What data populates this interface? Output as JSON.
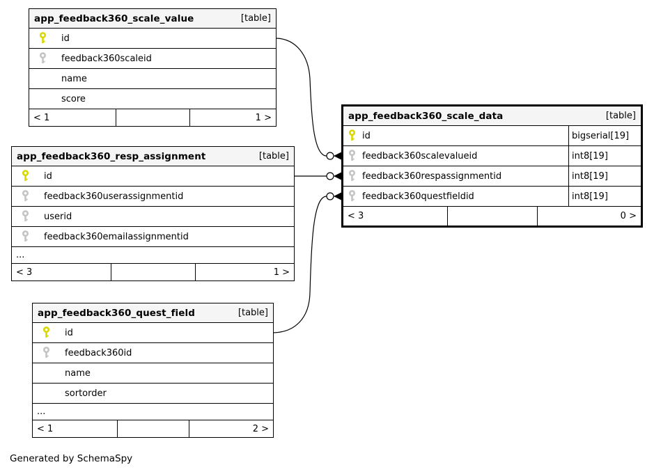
{
  "diagram": {
    "footer_note": "Generated by SchemaSpy",
    "colors": {
      "primary_key": "#d8d800",
      "foreign_key": "#c4c4c4",
      "header_bg": "#f5f5f5",
      "border": "#000000",
      "background": "#ffffff"
    },
    "icons": {
      "primary_key": "yellow-key-icon",
      "foreign_key": "gray-key-icon"
    },
    "tables": [
      {
        "title": "app_feedback360_scale_value",
        "tag": "[table]",
        "columns": [
          {
            "name": "id",
            "key": "primary"
          },
          {
            "name": "feedback360scaleid",
            "key": "foreign"
          },
          {
            "name": "name",
            "key": "none"
          },
          {
            "name": "score",
            "key": "none"
          }
        ],
        "footer": {
          "left": "< 1",
          "right": "1 >"
        }
      },
      {
        "title": "app_feedback360_resp_assignment",
        "tag": "[table]",
        "columns": [
          {
            "name": "id",
            "key": "primary"
          },
          {
            "name": "feedback360userassignmentid",
            "key": "foreign"
          },
          {
            "name": "userid",
            "key": "foreign"
          },
          {
            "name": "feedback360emailassignmentid",
            "key": "foreign"
          }
        ],
        "ellipsis_label": "...",
        "footer": {
          "left": "< 3",
          "right": "1 >"
        }
      },
      {
        "title": "app_feedback360_quest_field",
        "tag": "[table]",
        "columns": [
          {
            "name": "id",
            "key": "primary"
          },
          {
            "name": "feedback360id",
            "key": "foreign"
          },
          {
            "name": "name",
            "key": "none"
          },
          {
            "name": "sortorder",
            "key": "none"
          }
        ],
        "ellipsis_label": "...",
        "footer": {
          "left": "< 1",
          "right": "2 >"
        }
      },
      {
        "title": "app_feedback360_scale_data",
        "tag": "[table]",
        "highlighted": true,
        "columns": [
          {
            "name": "id",
            "key": "primary",
            "type": "bigserial[19]"
          },
          {
            "name": "feedback360scalevalueid",
            "key": "foreign",
            "type": "int8[19]"
          },
          {
            "name": "feedback360respassignmentid",
            "key": "foreign",
            "type": "int8[19]"
          },
          {
            "name": "feedback360questfieldid",
            "key": "foreign",
            "type": "int8[19]"
          }
        ],
        "footer": {
          "left": "< 3",
          "right": "0 >"
        }
      }
    ],
    "relationships": [
      {
        "from": "app_feedback360_scale_value.id",
        "to": "app_feedback360_scale_data.feedback360scalevalueid"
      },
      {
        "from": "app_feedback360_resp_assignment.id",
        "to": "app_feedback360_scale_data.feedback360respassignmentid"
      },
      {
        "from": "app_feedback360_quest_field.id",
        "to": "app_feedback360_scale_data.feedback360questfieldid"
      }
    ]
  }
}
